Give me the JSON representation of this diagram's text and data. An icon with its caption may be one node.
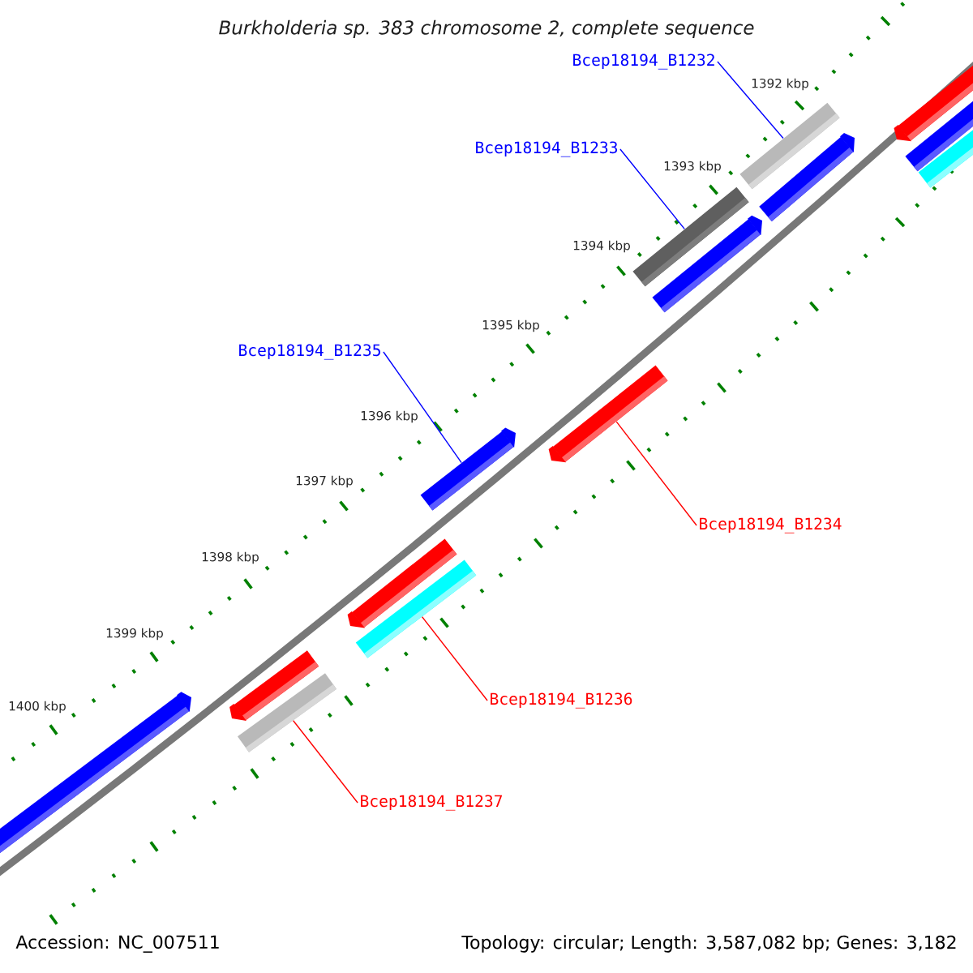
{
  "diagram": {
    "title": "Burkholderia sp. 383 chromosome 2, complete sequence",
    "nodes": [
      {
        "text": [
          "Bcep18194_B1232"
        ]
      },
      {
        "text": [
          "Bcep18194_B1233"
        ]
      },
      {
        "text": [
          "Bcep18194_B1235"
        ]
      },
      {
        "text": [
          "Bcep18194_B1234"
        ]
      },
      {
        "text": [
          "Bcep18194_B1236"
        ]
      },
      {
        "text": [
          "Bcep18194_B1237"
        ]
      },
      {
        "text": [],
        "shape": "bar"
      },
      {
        "text": [],
        "shape": "bar"
      },
      {
        "text": [],
        "shape": "bar"
      },
      {
        "text": [],
        "shape": "bar"
      },
      {
        "text": [],
        "shape": "bar"
      },
      {
        "text": [],
        "shape": "bar"
      },
      {
        "text": [],
        "shape": "bar"
      },
      {
        "text": [],
        "shape": "bar"
      },
      {
        "text": [],
        "shape": "bar"
      },
      {
        "text": [],
        "shape": "bar"
      },
      {
        "text": [],
        "shape": "bar"
      },
      {
        "text": [],
        "shape": "bar"
      },
      {
        "text": [],
        "shape": "bar"
      },
      {
        "text": [],
        "shape": "bar"
      }
    ],
    "edges": [
      {
        "from": 0,
        "to": 15,
        "arrow": "none",
        "color": "#0000ff"
      },
      {
        "from": 1,
        "to": 13,
        "arrow": "none",
        "color": "#0000ff"
      },
      {
        "from": 2,
        "to": 11,
        "arrow": "none",
        "color": "#0000ff"
      },
      {
        "from": 3,
        "to": 12,
        "arrow": "none",
        "color": "#ff0000"
      },
      {
        "from": 4,
        "to": 10,
        "arrow": "none",
        "color": "#ff0000"
      },
      {
        "from": 5,
        "to": 8,
        "arrow": "none",
        "color": "#ff0000"
      }
    ],
    "labels": [
      "1392 kbp",
      "1393 kbp",
      "1394 kbp",
      "1395 kbp",
      "1396 kbp",
      "1397 kbp",
      "1398 kbp",
      "1399 kbp",
      "1400 kbp",
      "Accession: NC_007511",
      "Topology: circular; Length: 3,587,082 bp; Genes: 3,182"
    ]
  }
}
